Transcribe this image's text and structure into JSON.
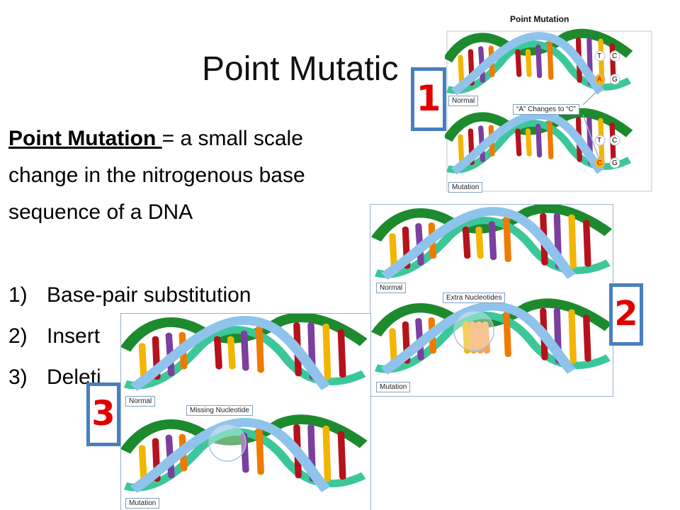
{
  "slide": {
    "title": "Point Mutatic",
    "definition": {
      "term": "Point Mutation ",
      "text": "= a small scale change in the nitrogenous base sequence of a DNA"
    },
    "list": [
      {
        "num": "1)",
        "text": "Base-pair substitution"
      },
      {
        "num": "2)",
        "text": "Insert"
      },
      {
        "num": "3)",
        "text": "Deleti"
      }
    ]
  },
  "figures": {
    "fig1": {
      "title": "Point Mutation",
      "normal_label": "Normal",
      "mutation_label": "Mutation",
      "callout": "“A” Changes to “C”",
      "top_bases": [
        "T",
        "C",
        "A",
        "G"
      ],
      "bottom_bases": [
        "T",
        "C",
        "C",
        "G"
      ],
      "badge": "1"
    },
    "fig2": {
      "normal_label": "Normal",
      "mutation_label": "Mutation",
      "callout": "Extra Nucleotides",
      "badge": "2"
    },
    "fig3": {
      "normal_label": "Normal",
      "mutation_label": "Mutation",
      "callout": "Missing Nucleotide",
      "badge": "3"
    }
  },
  "colors": {
    "badge_text": "#e00000",
    "badge_border": "#4a7ec0",
    "helix_blue": "#8fc3ec",
    "helix_teal": "#3cc79a",
    "helix_green": "#1d8a2e",
    "helix_red": "#b5121b"
  }
}
